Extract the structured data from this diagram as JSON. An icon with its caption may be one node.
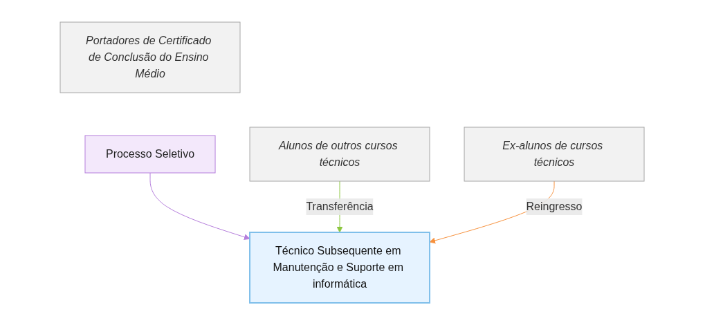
{
  "diagram": {
    "nodes": [
      {
        "text": [
          "Portadores de Certificado de Conclusão do Ensino Médio"
        ]
      },
      {
        "text": [
          "Processo Seletivo"
        ]
      },
      {
        "text": [
          "Técnico Subsequente em Manutenção e Suporte em informática"
        ]
      },
      {
        "text": [
          "Alunos de outros cursos técnicos"
        ]
      },
      {
        "text": [
          "Ex-alunos de cursos técnicos"
        ]
      }
    ],
    "edges": [
      {
        "from": 1,
        "to": 2,
        "arrow": "to",
        "color": "#b57edc"
      },
      {
        "from": 3,
        "to": 2,
        "arrow": "to",
        "label": "Transferência",
        "color": "#8cc63f"
      },
      {
        "from": 4,
        "to": 2,
        "arrow": "to",
        "label": "Reingresso",
        "color": "#f7913d"
      }
    ]
  }
}
